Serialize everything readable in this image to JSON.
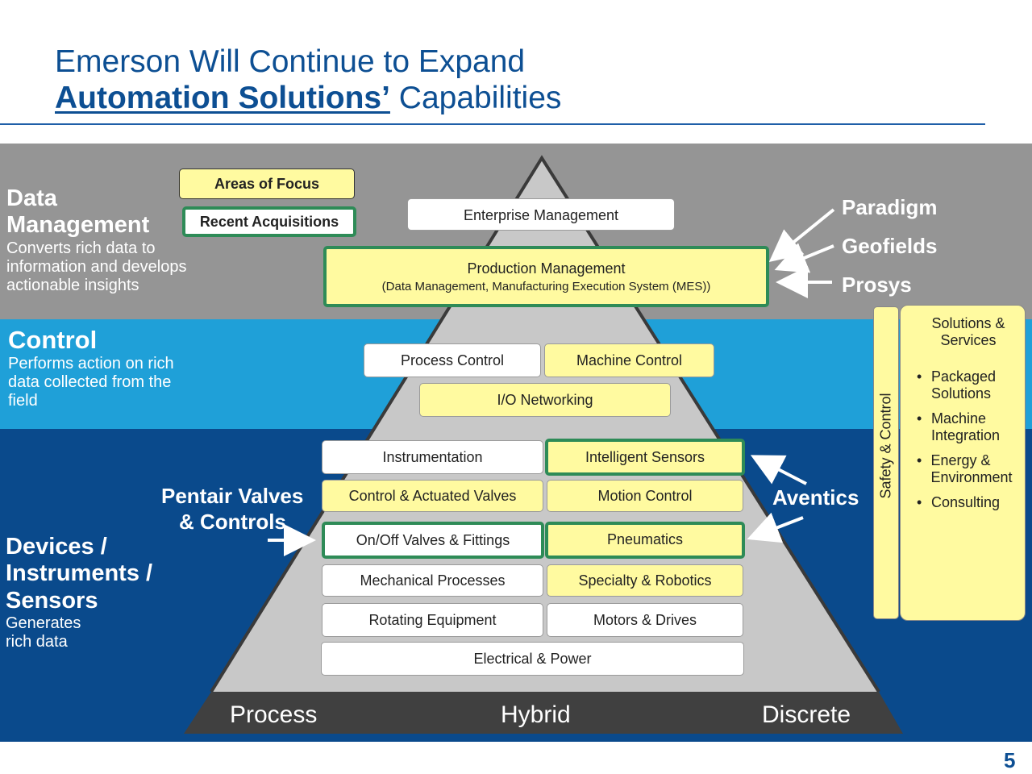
{
  "title": {
    "line1": "Emerson Will Continue to Expand",
    "line2_underlined": "Automation Solutions’",
    "line2_rest": " Capabilities"
  },
  "legend": {
    "focus": "Areas of Focus",
    "acquisitions": "Recent Acquisitions"
  },
  "layers": {
    "data": {
      "heading1": "Data",
      "heading2": "Management",
      "desc1": "Converts rich data to",
      "desc2": "information and develops",
      "desc3": "actionable insights"
    },
    "control": {
      "heading": "Control",
      "desc1": "Performs action on rich",
      "desc2": "data collected from the",
      "desc3": "field"
    },
    "devices": {
      "heading1": "Devices /",
      "heading2": "Instruments /",
      "heading3": "Sensors",
      "desc1": "Generates",
      "desc2": "rich data"
    }
  },
  "pyramid": {
    "enterprise": "Enterprise Management",
    "production": "Production Management",
    "production_sub": "(Data Management, Manufacturing Execution System (MES))",
    "process_control": "Process Control",
    "machine_control": "Machine Control",
    "io": "I/O Networking",
    "instrumentation": "Instrumentation",
    "intelligent_sensors": "Intelligent Sensors",
    "control_valves": "Control & Actuated Valves",
    "motion_control": "Motion Control",
    "onoff_valves": "On/Off Valves & Fittings",
    "pneumatics": "Pneumatics",
    "mechanical": "Mechanical Processes",
    "specialty": "Specialty  & Robotics",
    "rotating": "Rotating Equipment",
    "motors": "Motors & Drives",
    "electrical": "Electrical & Power"
  },
  "base": {
    "process": "Process",
    "hybrid": "Hybrid",
    "discrete": "Discrete"
  },
  "acquisitions": {
    "paradigm": "Paradigm",
    "geofields": "Geofields",
    "prosys": "Prosys",
    "aventics": "Aventics",
    "pentair1": "Pentair Valves",
    "pentair2": "& Controls"
  },
  "side": {
    "safety": "Safety & Control",
    "solutions_title": "Solutions & Services",
    "items": [
      "Packaged Solutions",
      "Machine Integration",
      "Energy & Environment",
      "Consulting"
    ]
  },
  "page_number": "5",
  "colors": {
    "title_blue": "#0d4f93",
    "band_gray": "#959595",
    "band_light_blue": "#1fa0d8",
    "band_dark_blue": "#0a4a8c",
    "pyramid": "#c8c8c8",
    "yellow": "#fffaa0",
    "green": "#2e8b57"
  }
}
